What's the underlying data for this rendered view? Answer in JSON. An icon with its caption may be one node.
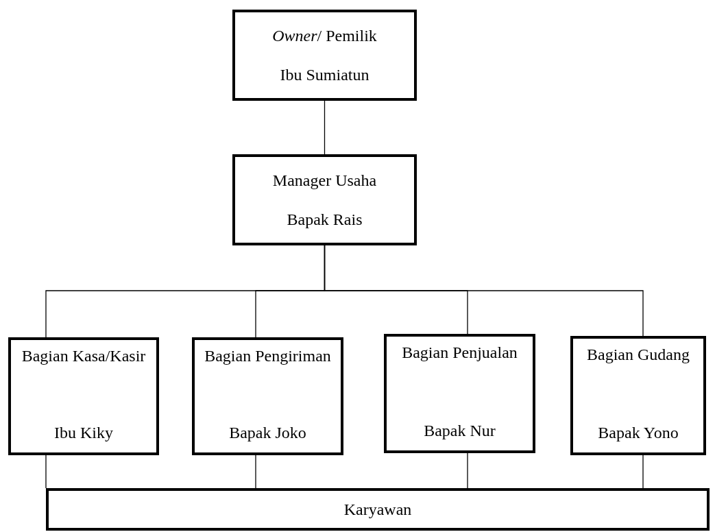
{
  "diagram": {
    "nodes": [
      {
        "text": [
          "*Owner*/ Pemilik",
          "Ibu Sumiatun"
        ]
      },
      {
        "text": [
          "Manager Usaha",
          "Bapak Rais"
        ]
      },
      {
        "text": [
          "Bagian Kasa/Kasir",
          "Ibu Kiky"
        ]
      },
      {
        "text": [
          "Bagian Pengiriman",
          "Bapak Joko"
        ]
      },
      {
        "text": [
          "Bagian Penjualan",
          "Bapak Nur"
        ]
      },
      {
        "text": [
          "Bagian Gudang",
          "Bapak Yono"
        ]
      },
      {
        "text": [
          "Karyawan"
        ]
      }
    ],
    "edges": [
      {
        "from": 0,
        "to": 1,
        "arrow": "none"
      },
      {
        "from": 1,
        "to": 2,
        "arrow": "none"
      },
      {
        "from": 1,
        "to": 3,
        "arrow": "none"
      },
      {
        "from": 1,
        "to": 4,
        "arrow": "none"
      },
      {
        "from": 1,
        "to": 5,
        "arrow": "none"
      },
      {
        "from": 2,
        "to": 6,
        "arrow": "none"
      },
      {
        "from": 3,
        "to": 6,
        "arrow": "none"
      },
      {
        "from": 4,
        "to": 6,
        "arrow": "none"
      },
      {
        "from": 5,
        "to": 6,
        "arrow": "none"
      }
    ]
  }
}
